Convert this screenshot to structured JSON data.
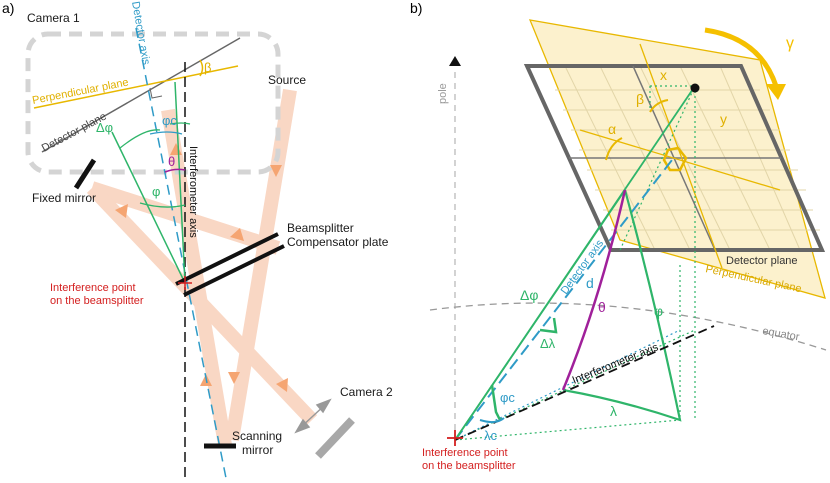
{
  "panel_a": {
    "panel_label": "a)",
    "camera1": "Camera 1",
    "detector_axis": "Detector axis",
    "source": "Source",
    "beta": "β",
    "perpendicular_plane": "Perpendicular plane",
    "phi_c": "φc",
    "delta_phi": "Δφ",
    "detector_plane": "Detector plane",
    "theta": "θ",
    "interferometer_axis": "Interferometer axis",
    "fixed_mirror": "Fixed mirror",
    "phi": "φ",
    "beamsplitter": "Beamsplitter",
    "compensator_plate": "Compensator plate",
    "interference_point_1": "Interference point",
    "interference_point_2": "on the beamsplitter",
    "camera2": "Camera 2",
    "scanning_mirror_1": "Scanning",
    "scanning_mirror_2": "mirror"
  },
  "panel_b": {
    "panel_label": "b)",
    "gamma": "γ",
    "pole": "pole",
    "x": "x",
    "beta": "β",
    "alpha": "α",
    "y": "y",
    "detector_axis": "Detector axis",
    "d": "d",
    "delta_phi": "Δφ",
    "theta": "θ",
    "phi": "φ",
    "delta_lambda": "Δλ",
    "detector_plane": "Detector plane",
    "perpendicular_plane": "Perpendicular plane",
    "equator": "equator",
    "interferometer_axis": "Interferometer axis",
    "phi_c": "φc",
    "lambda": "λ",
    "lambda_c": "λc",
    "interference_point_1": "Interference point",
    "interference_point_2": "on the beamsplitter"
  },
  "colors": {
    "beam": "#f9d7c4",
    "arrow": "#f5a572",
    "yellow": "#e8b800",
    "blue": "#2f9bc7",
    "green": "#2fb56a",
    "magenta": "#a0209a",
    "red": "#d42020",
    "grey": "#777777"
  }
}
